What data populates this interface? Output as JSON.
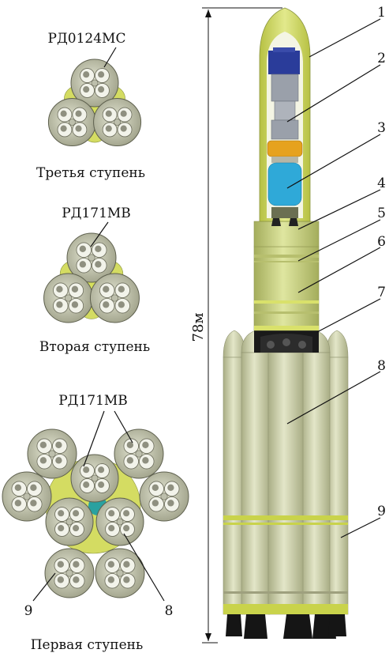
{
  "colors": {
    "body": "#c8d08a",
    "body_dark": "#a4ad5c",
    "booster": "#cfd3aa",
    "booster_dark": "#a9ad85",
    "ring": "#d6e05c",
    "fairing": "#d4dc62",
    "payload_blue": "#2a3c9a",
    "payload_grey": "#9aa0aa",
    "payload_orange": "#e6a21e",
    "payload_cyan": "#2fa9d8",
    "nozzle_black": "#151515",
    "engine_face": "#c9cbb4",
    "nozzle_hole": "#8f9080"
  },
  "left": {
    "stage3": {
      "engine": "РД0124МС",
      "caption": "Третья ступень"
    },
    "stage2": {
      "engine": "РД171МВ",
      "caption": "Вторая ступень"
    },
    "stage1": {
      "engine": "РД171МВ",
      "caption": "Первая ступень",
      "callout_left": "9",
      "callout_right": "8"
    }
  },
  "rocket": {
    "height_label": "78м",
    "callouts": [
      "1",
      "2",
      "3",
      "4",
      "5",
      "6",
      "7",
      "8",
      "9"
    ]
  }
}
